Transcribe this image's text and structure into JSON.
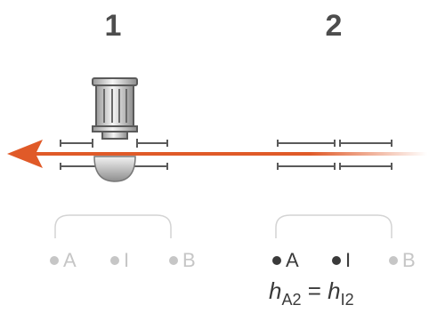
{
  "stations": [
    {
      "number": "1",
      "labels": {
        "a": "A",
        "i": "I",
        "b": "B"
      },
      "colors": {
        "a": "#c6c6c6",
        "i": "#c6c6c6",
        "b": "#c6c6c6"
      }
    },
    {
      "number": "2",
      "labels": {
        "a": "A",
        "i": "I",
        "b": "B"
      },
      "colors": {
        "a": "#3a3a3a",
        "i": "#3a3a3a",
        "b": "#c6c6c6"
      }
    }
  ],
  "equation": {
    "lhs_var": "h",
    "lhs_sub": "A2",
    "op": "=",
    "rhs_var": "h",
    "rhs_sub": "I2"
  },
  "colors": {
    "arrow": "#e05a28",
    "motor": "#8a8a8a",
    "outline": "#5a5a5a",
    "bracket": "#d4d4d4"
  },
  "icons": {
    "motor": "electric-motor-icon",
    "arrow": "flow-direction-arrow-icon"
  }
}
